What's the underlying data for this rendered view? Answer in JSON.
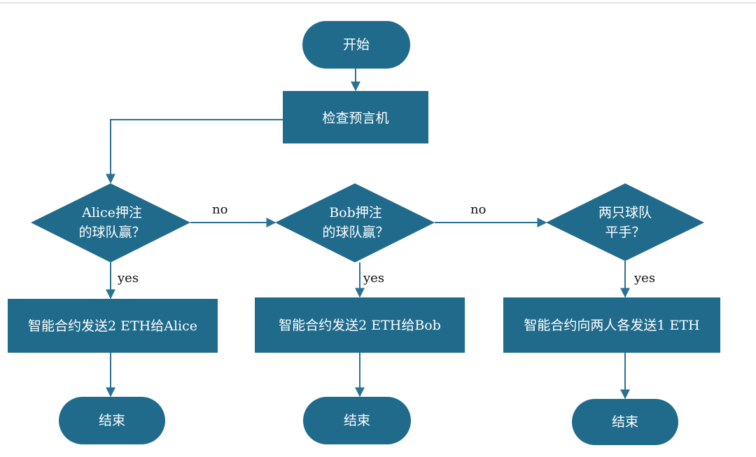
{
  "colors": {
    "node_fill": "#206B8C",
    "arrow": "#2A7196",
    "node_text": "#FFFFFF",
    "edge_label": "#111111",
    "top_rule": "#C8C8C8"
  },
  "nodes": {
    "start": {
      "text": "开始"
    },
    "check_oracle": {
      "text": "检查预言机"
    },
    "decision_alice": {
      "line1": "Alice押注",
      "line2": "的球队赢？"
    },
    "decision_bob": {
      "line1": "Bob押注",
      "line2": "的球队赢？"
    },
    "decision_draw": {
      "line1": "两只球队",
      "line2": "平手？"
    },
    "pay_alice": {
      "text": "智能合约发送2 ETH给Alice"
    },
    "pay_bob": {
      "text": "智能合约发送2 ETH给Bob"
    },
    "pay_both": {
      "text": "智能合约向两人各发送1 ETH"
    },
    "end_alice": {
      "text": "结束"
    },
    "end_bob": {
      "text": "结束"
    },
    "end_draw": {
      "text": "结束"
    }
  },
  "edge_labels": {
    "alice_no": "no",
    "bob_no": "no",
    "alice_yes": "yes",
    "bob_yes": "yes",
    "draw_yes": "yes"
  }
}
